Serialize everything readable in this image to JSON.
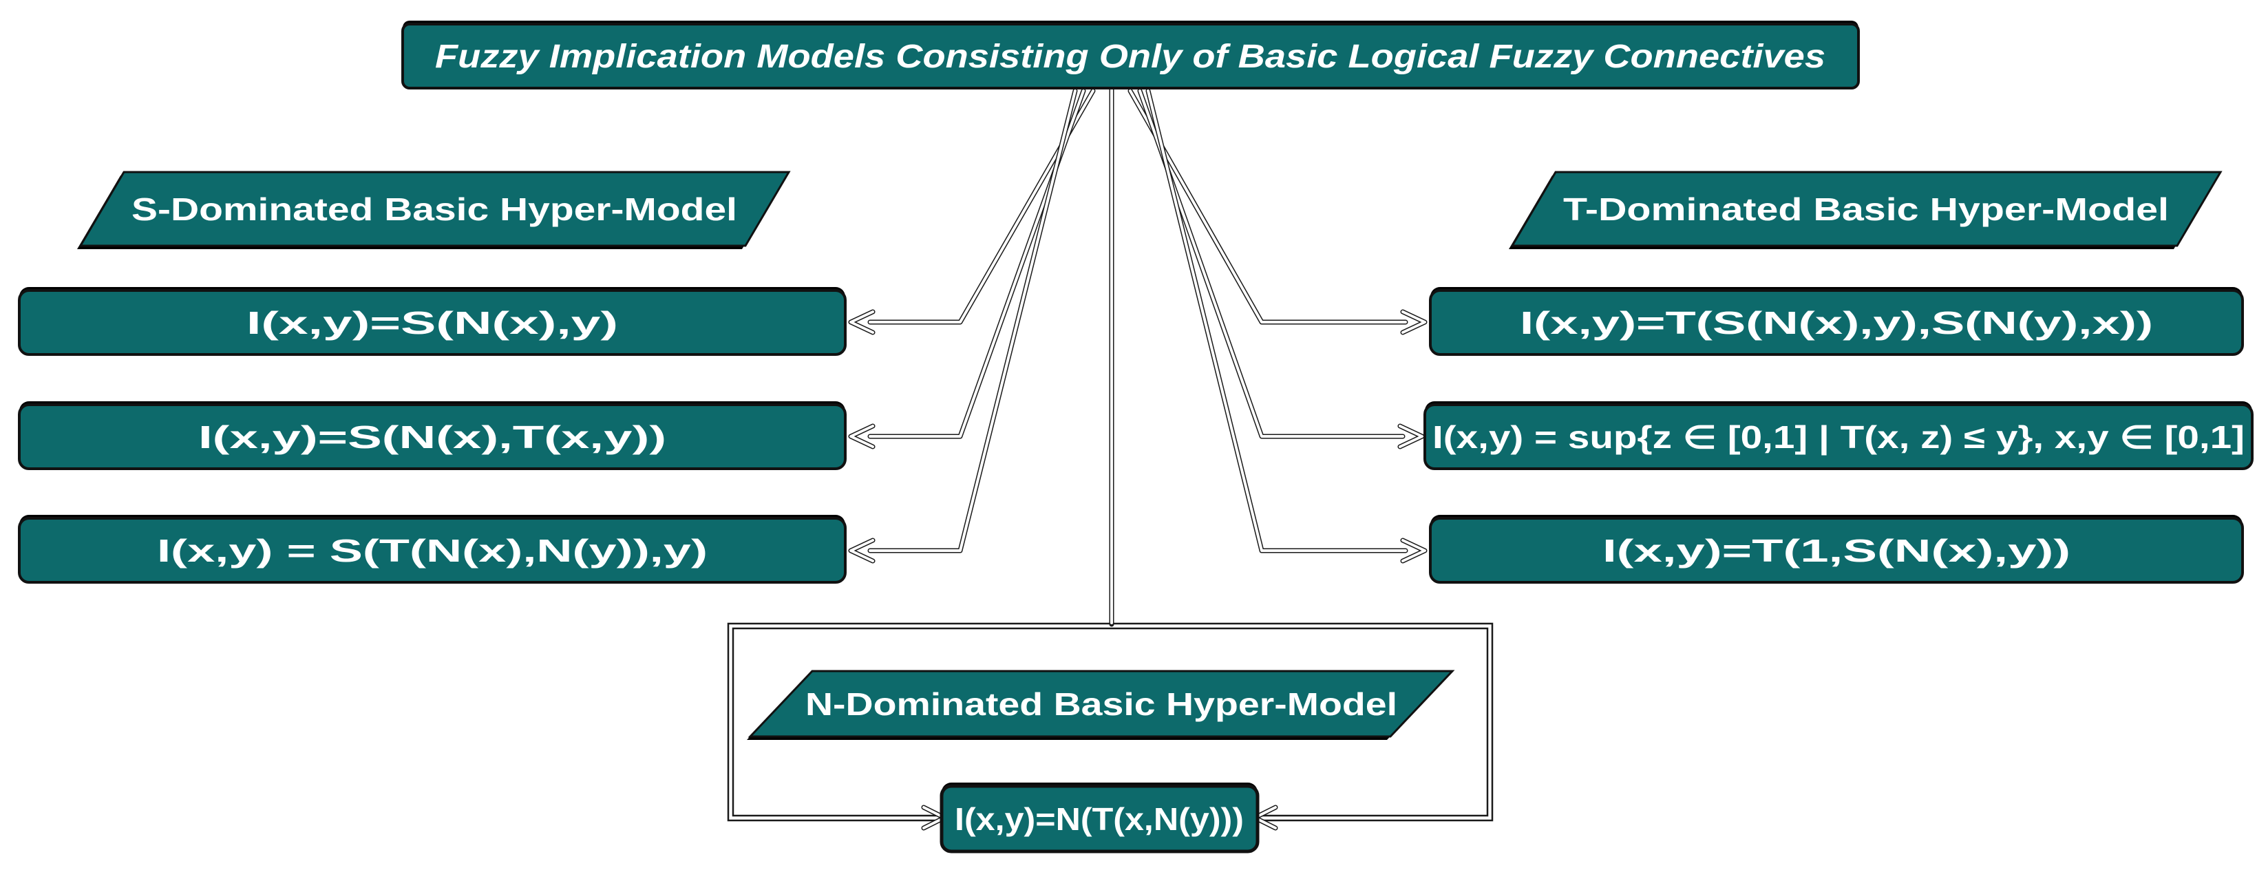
{
  "diagram": {
    "title": "Fuzzy Implication Models Consisting Only of Basic Logical Fuzzy Connectives",
    "colors": {
      "node_fill": "#0d6a6b",
      "node_border": "#111111",
      "node_text": "#ffffff",
      "connector": "#1a1a1a",
      "background": "#ffffff"
    },
    "groups": {
      "s": {
        "label": "S-Dominated Basic Hyper-Model",
        "models": [
          "I(x,y)=S(N(x),y)",
          "I(x,y)=S(N(x),T(x,y))",
          "I(x,y) = S(T(N(x),N(y)),y)"
        ]
      },
      "t": {
        "label": "T-Dominated Basic Hyper-Model",
        "models": [
          "I(x,y)=T(S(N(x),y),S(N(y),x))",
          "I(x,y) = sup{z ∈ [0,1] | T(x, z) ≤ y}, x,y ∈ [0,1]",
          "I(x,y)=T(1,S(N(x),y))"
        ]
      },
      "n": {
        "label": "N-Dominated Basic Hyper-Model",
        "models": [
          "I(x,y)=N(T(x,N(y)))"
        ]
      }
    }
  }
}
